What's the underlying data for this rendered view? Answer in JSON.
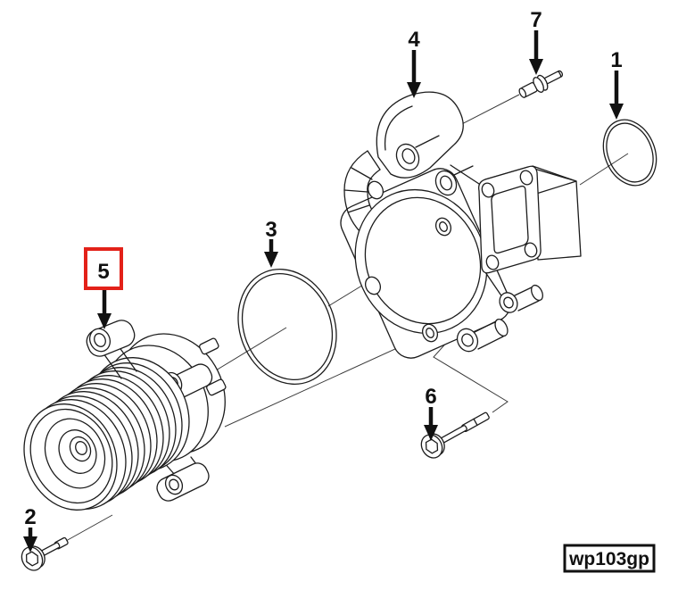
{
  "figure": {
    "code_label": "wp103gp",
    "background_color": "#ffffff",
    "line_color": "#1c1c1c",
    "highlight_color": "#e32119",
    "callouts": [
      {
        "number": "1",
        "highlighted": false
      },
      {
        "number": "2",
        "highlighted": false
      },
      {
        "number": "3",
        "highlighted": false
      },
      {
        "number": "4",
        "highlighted": false
      },
      {
        "number": "5",
        "highlighted": true
      },
      {
        "number": "6",
        "highlighted": false
      },
      {
        "number": "7",
        "highlighted": false
      }
    ]
  }
}
